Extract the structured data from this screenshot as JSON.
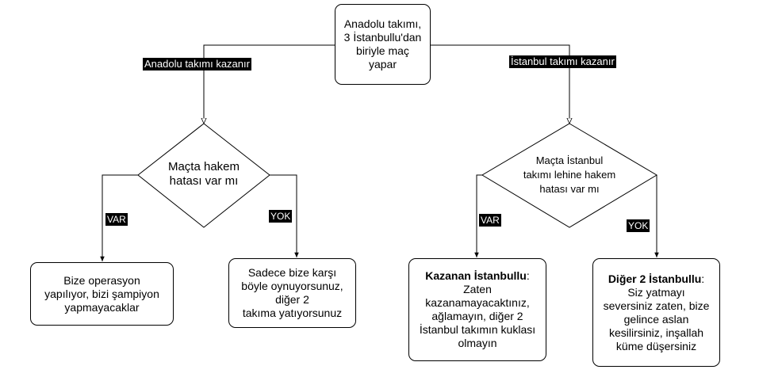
{
  "nodes": {
    "root": "Anadolu takımı,\n3 İstanbullu'dan\nbiriyle maç\nyapar",
    "left_decision": "Maçta hakem\nhatası var mı",
    "right_decision": "Maçta İstanbul\ntakımı lehine hakem\nhatası var mı",
    "left_yes": "Bize operasyon\nyapılıyor, bizi şampiyon\nyapmayacaklar",
    "left_no": "Sadece bize karşı\nböyle oynuyorsunuz,\ndiğer 2\ntakıma yatıyorsunuz",
    "right_yes_title": "Kazanan İstanbullu",
    "right_yes_body": "Zaten\nkazanamayacaktınız,\nağlamayın, diğer 2\nİstanbul takımın kuklası\nolmayın",
    "right_no_title": "Diğer 2 İstanbullu",
    "right_no_body": "Siz yatmayı\nseversiniz zaten, bize\ngelince aslan\nkesilirsiniz, inşallah\nküme düşersiniz"
  },
  "edges": {
    "to_left": "Anadolu takımı kazanır",
    "to_right": "İstanbul takımı kazanır",
    "left_yes": "VAR",
    "left_no": "YOK",
    "right_yes": "VAR",
    "right_no": "YOK"
  },
  "colors": {
    "line": "#000000",
    "label_bg": "#000000",
    "label_text": "#ffffff"
  }
}
